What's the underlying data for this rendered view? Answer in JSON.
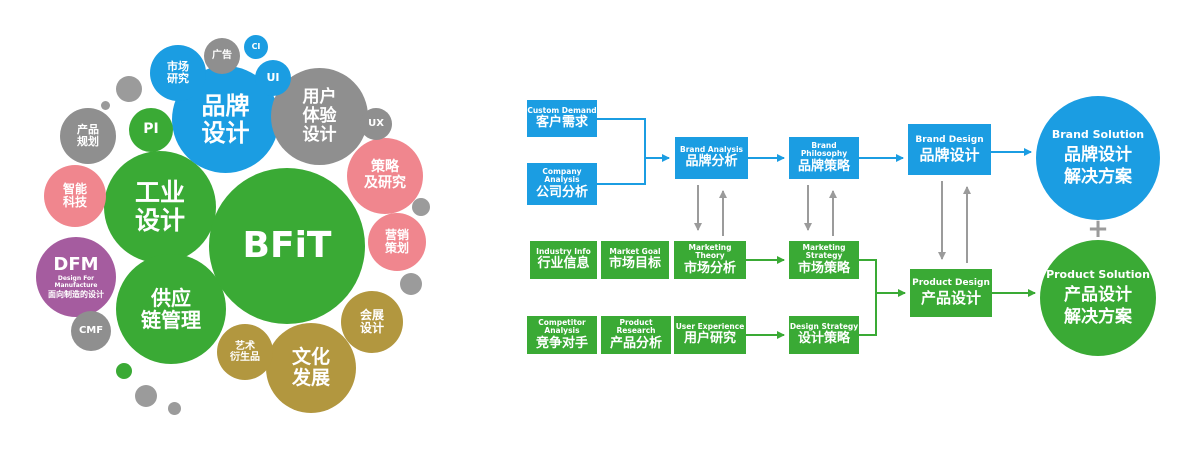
{
  "palette": {
    "green": "#3aaa35",
    "blue": "#1b9de2",
    "gray": "#8f8f8f",
    "pink": "#f0868e",
    "purple": "#a55c9f",
    "gold": "#b2973f",
    "dot_gray": "#9b9b9b",
    "white": "#ffffff"
  },
  "bubbles": {
    "center_label": "BFiT",
    "items": [
      {
        "label": "工业\n设计"
      },
      {
        "label": "品牌\n设计"
      },
      {
        "label": "用户\n体验\n设计"
      },
      {
        "label": "供应\n链管理"
      },
      {
        "label": "文化\n发展"
      },
      {
        "label": "策略\n及研究"
      },
      {
        "label": "营销\n策划"
      },
      {
        "label": "会展\n设计"
      },
      {
        "label": "艺术\n衍生品"
      },
      {
        "label": "智能\n科技"
      },
      {
        "label": "DFM",
        "sub_en": "Design For Manufacture",
        "sub_zh": "面向制造的设计"
      },
      {
        "label": "CMF"
      },
      {
        "label": "产品\n规划"
      },
      {
        "label": "PI"
      },
      {
        "label": "市场\n研究"
      },
      {
        "label": "广告"
      },
      {
        "label": "CI"
      },
      {
        "label": "UI"
      },
      {
        "label": "UX"
      }
    ]
  },
  "flowchart": {
    "boxes": {
      "custom_demand": {
        "en": "Custom Demand",
        "zh": "客户需求"
      },
      "company_analysis": {
        "en": "Company Analysis",
        "zh": "公司分析"
      },
      "brand_analysis": {
        "en": "Brand Analysis",
        "zh": "品牌分析"
      },
      "brand_philosophy": {
        "en": "Brand Philosophy",
        "zh": "品牌策略"
      },
      "brand_design": {
        "en": "Brand Design",
        "zh": "品牌设计"
      },
      "industry_info": {
        "en": "Industry Info",
        "zh": "行业信息"
      },
      "market_goal": {
        "en": "Market Goal",
        "zh": "市场目标"
      },
      "marketing_theory": {
        "en": "Marketing Theory",
        "zh": "市场分析"
      },
      "marketing_strategy": {
        "en": "Marketing Strategy",
        "zh": "市场策略"
      },
      "competitor_analysis": {
        "en": "Competitor Analysis",
        "zh": "竞争对手"
      },
      "product_research": {
        "en": "Product Research",
        "zh": "产品分析"
      },
      "user_experience": {
        "en": "User Experience",
        "zh": "用户研究"
      },
      "design_strategy": {
        "en": "Design Strategy",
        "zh": "设计策略"
      },
      "product_design": {
        "en": "Product Design",
        "zh": "产品设计"
      }
    },
    "circles": {
      "brand_solution": {
        "en": "Brand Solution",
        "zh": "品牌设计\n解决方案"
      },
      "product_solution": {
        "en": "Product Solution",
        "zh": "产品设计\n解决方案"
      }
    },
    "plus_label": "+"
  }
}
